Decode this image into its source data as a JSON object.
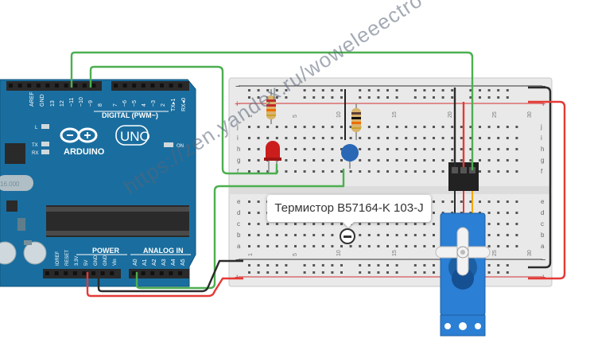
{
  "arduino": {
    "brand": "ARDUINO",
    "model": "UNO",
    "digital_label": "DIGITAL (PWM~)",
    "digital_pins": [
      "AREF",
      "GND",
      "13",
      "12",
      "~11",
      "~10",
      "~9",
      "8",
      "7",
      "~6",
      "~5",
      "4",
      "~3",
      "2",
      "TX▸1",
      "RX◂0"
    ],
    "power_label": "POWER",
    "analog_label": "ANALOG IN",
    "power_pins": [
      "IOREF",
      "RESET",
      "3.3V",
      "5V",
      "GND",
      "GND",
      "Vin"
    ],
    "analog_pins": [
      "A0",
      "A1",
      "A2",
      "A3",
      "A4",
      "A5"
    ],
    "led_labels": [
      "L",
      "TX",
      "RX"
    ],
    "on_label": "ON",
    "crystal_text": "16.000"
  },
  "breadboard": {
    "row_letters_top": [
      "j",
      "i",
      "h",
      "g",
      "f"
    ],
    "row_letters_bottom": [
      "e",
      "d",
      "c",
      "b",
      "a"
    ],
    "column_numbers": [
      "1",
      "5",
      "10",
      "15",
      "20",
      "25",
      "30"
    ],
    "rail_minus": "−",
    "rail_plus": "+"
  },
  "tooltip": {
    "text": "Термистор B57164-K 103-J"
  },
  "watermark": {
    "text": "https://zen.yandex.ru/woweleeectro"
  },
  "colors": {
    "board": "#1a6e9f",
    "wire_green": "#4caf50",
    "wire_red": "#e53935",
    "wire_black": "#2b2b2b",
    "servo": "#2b7fd4",
    "led": "#cc1d1d",
    "thermistor": "#2a67b5"
  }
}
